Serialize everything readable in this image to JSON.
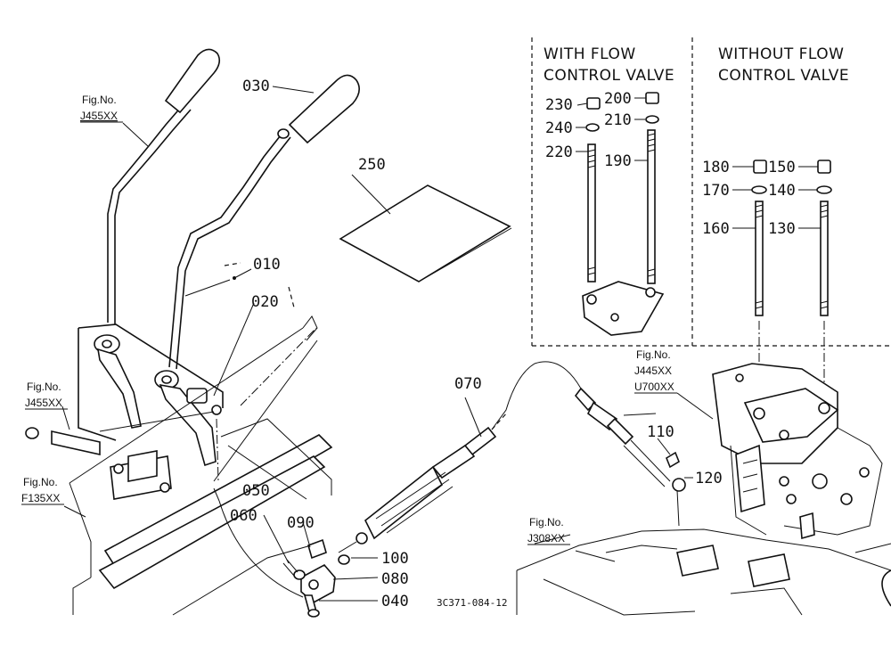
{
  "panels": {
    "with_flow": {
      "line1": "WITH FLOW",
      "line2": "CONTROL VALVE"
    },
    "without_flow": {
      "line1": "WITHOUT FLOW",
      "line2": "CONTROL VALVE"
    }
  },
  "part_numbers": {
    "p010": "010",
    "p020": "020",
    "p030": "030",
    "p040": "040",
    "p050": "050",
    "p060": "060",
    "p070": "070",
    "p080": "080",
    "p090": "090",
    "p100": "100",
    "p110": "110",
    "p120": "120",
    "p130": "130",
    "p140": "140",
    "p150": "150",
    "p160": "160",
    "p170": "170",
    "p180": "180",
    "p190": "190",
    "p200": "200",
    "p210": "210",
    "p220": "220",
    "p230": "230",
    "p240": "240",
    "p250": "250"
  },
  "fig_refs": {
    "r1": {
      "label": "Fig.No.",
      "code": "J455XX"
    },
    "r2": {
      "label": "Fig.No.",
      "code": "J455XX"
    },
    "r3": {
      "label": "Fig.No.",
      "code": "F135XX"
    },
    "r4": {
      "label": "Fig.No.",
      "code": "J445XX",
      "code2": "U700XX"
    },
    "r5": {
      "label": "Fig.No.",
      "code": "J308XX"
    }
  },
  "drawing_code": "3C371-084-12"
}
